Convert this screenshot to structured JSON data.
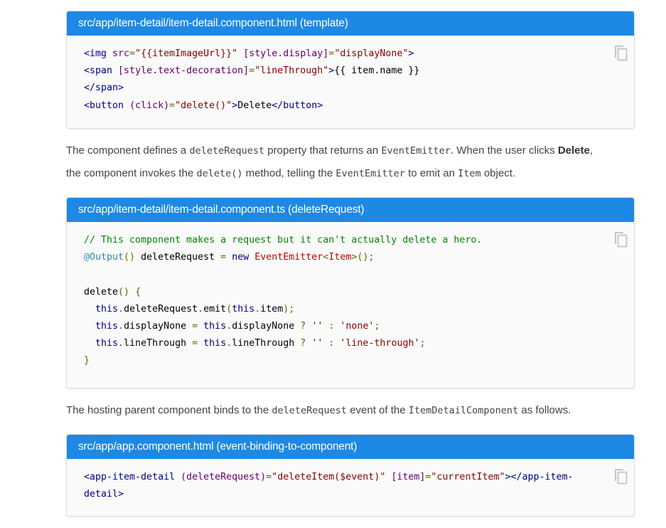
{
  "blocks": [
    {
      "title": "src/app/item-detail/item-detail.component.html (template)",
      "lines": [
        [
          [
            "tag",
            "<img"
          ],
          [
            "pln",
            " "
          ],
          [
            "atn",
            "src"
          ],
          [
            "pun",
            "="
          ],
          [
            "atv",
            "\"{{itemImageUrl}}\""
          ],
          [
            "pln",
            " "
          ],
          [
            "atn",
            "[style.display]"
          ],
          [
            "pun",
            "="
          ],
          [
            "atv",
            "\"displayNone\""
          ],
          [
            "tag",
            ">"
          ]
        ],
        [
          [
            "tag",
            "<span"
          ],
          [
            "pln",
            " "
          ],
          [
            "atn",
            "[style.text-decoration]"
          ],
          [
            "pun",
            "="
          ],
          [
            "atv",
            "\"lineThrough\""
          ],
          [
            "tag",
            ">"
          ],
          [
            "pln",
            "{{ item.name }}"
          ]
        ],
        [
          [
            "tag",
            "</span>"
          ]
        ],
        [
          [
            "tag",
            "<button"
          ],
          [
            "pln",
            " "
          ],
          [
            "atn",
            "(click)"
          ],
          [
            "pun",
            "="
          ],
          [
            "atv",
            "\"delete()\""
          ],
          [
            "tag",
            ">"
          ],
          [
            "pln",
            "Delete"
          ],
          [
            "tag",
            "</button>"
          ]
        ]
      ]
    },
    {
      "title": "src/app/item-detail/item-detail.component.ts (deleteRequest)",
      "lines": [
        [
          [
            "com",
            "// This component makes a request but it can't actually delete a hero."
          ]
        ],
        [
          [
            "dec",
            "@Output"
          ],
          [
            "pun",
            "()"
          ],
          [
            "pln",
            " deleteRequest "
          ],
          [
            "pun",
            "="
          ],
          [
            "pln",
            " "
          ],
          [
            "kwd",
            "new"
          ],
          [
            "pln",
            " "
          ],
          [
            "typ",
            "EventEmitter"
          ],
          [
            "pun",
            "<"
          ],
          [
            "typ",
            "Item"
          ],
          [
            "pun",
            ">();"
          ]
        ],
        [
          [
            "pln",
            " "
          ]
        ],
        [
          [
            "pln",
            "delete"
          ],
          [
            "pun",
            "()"
          ],
          [
            "pln",
            " "
          ],
          [
            "pun",
            "{"
          ]
        ],
        [
          [
            "pln",
            "  "
          ],
          [
            "kwd",
            "this"
          ],
          [
            "pun",
            "."
          ],
          [
            "pln",
            "deleteRequest"
          ],
          [
            "pun",
            "."
          ],
          [
            "pln",
            "emit"
          ],
          [
            "pun",
            "("
          ],
          [
            "kwd",
            "this"
          ],
          [
            "pun",
            "."
          ],
          [
            "pln",
            "item"
          ],
          [
            "pun",
            ");"
          ]
        ],
        [
          [
            "pln",
            "  "
          ],
          [
            "kwd",
            "this"
          ],
          [
            "pun",
            "."
          ],
          [
            "pln",
            "displayNone "
          ],
          [
            "pun",
            "="
          ],
          [
            "pln",
            " "
          ],
          [
            "kwd",
            "this"
          ],
          [
            "pun",
            "."
          ],
          [
            "pln",
            "displayNone "
          ],
          [
            "pun",
            "?"
          ],
          [
            "pln",
            " "
          ],
          [
            "str",
            "''"
          ],
          [
            "pln",
            " "
          ],
          [
            "pun",
            ":"
          ],
          [
            "pln",
            " "
          ],
          [
            "str",
            "'none'"
          ],
          [
            "pun",
            ";"
          ]
        ],
        [
          [
            "pln",
            "  "
          ],
          [
            "kwd",
            "this"
          ],
          [
            "pun",
            "."
          ],
          [
            "pln",
            "lineThrough "
          ],
          [
            "pun",
            "="
          ],
          [
            "pln",
            " "
          ],
          [
            "kwd",
            "this"
          ],
          [
            "pun",
            "."
          ],
          [
            "pln",
            "lineThrough "
          ],
          [
            "pun",
            "?"
          ],
          [
            "pln",
            " "
          ],
          [
            "str",
            "''"
          ],
          [
            "pln",
            " "
          ],
          [
            "pun",
            ":"
          ],
          [
            "pln",
            " "
          ],
          [
            "str",
            "'line-through'"
          ],
          [
            "pun",
            ";"
          ]
        ],
        [
          [
            "pun",
            "}"
          ]
        ]
      ]
    },
    {
      "title": "src/app/app.component.html (event-binding-to-component)",
      "lines": [
        [
          [
            "tag",
            "<app-item-detail"
          ],
          [
            "pln",
            " "
          ],
          [
            "atn",
            "(deleteRequest)"
          ],
          [
            "pun",
            "="
          ],
          [
            "atv",
            "\"deleteItem($event)\""
          ],
          [
            "pln",
            " "
          ],
          [
            "atn",
            "[item]"
          ],
          [
            "pun",
            "="
          ],
          [
            "atv",
            "\"currentItem\""
          ],
          [
            "tag",
            "></app-item-"
          ]
        ],
        [
          [
            "tag",
            "detail>"
          ]
        ]
      ]
    }
  ],
  "paragraphs": [
    [
      [
        "t",
        "The component defines a "
      ],
      [
        "c",
        "deleteRequest"
      ],
      [
        "t",
        " property that returns an "
      ],
      [
        "c",
        "EventEmitter"
      ],
      [
        "t",
        ". When the user clicks "
      ],
      [
        "b",
        "Delete"
      ],
      [
        "t",
        ","
      ],
      [
        "br",
        ""
      ],
      [
        "t",
        "the component invokes the "
      ],
      [
        "c",
        "delete()"
      ],
      [
        "t",
        " method, telling the "
      ],
      [
        "c",
        "EventEmitter"
      ],
      [
        "t",
        " to emit an "
      ],
      [
        "c",
        "Item"
      ],
      [
        "t",
        " object."
      ]
    ],
    [
      [
        "t",
        "The hosting parent component binds to the "
      ],
      [
        "c",
        "deleteRequest"
      ],
      [
        "t",
        " event of the "
      ],
      [
        "c",
        "ItemDetailComponent"
      ],
      [
        "t",
        " as follows."
      ]
    ]
  ],
  "icons": {
    "copy": "copy-icon"
  },
  "colors": {
    "header": "#1e88e5"
  }
}
